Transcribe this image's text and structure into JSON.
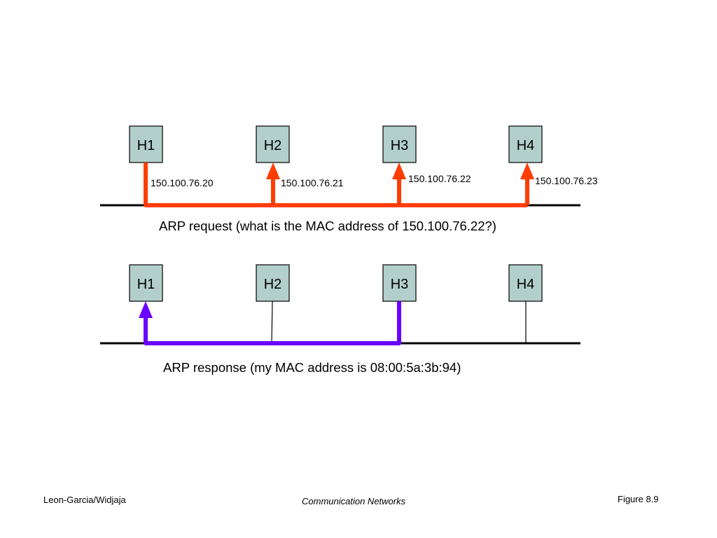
{
  "colors": {
    "host_fill": "#b3cfcb",
    "request_path": "#ff3d00",
    "response_path": "#6a00ff",
    "bus": "#000000"
  },
  "request_panel": {
    "hosts": [
      "H1",
      "H2",
      "H3",
      "H4"
    ],
    "ip_addresses": [
      "150.100.76.20",
      "150.100.76.21",
      "150.100.76.22",
      "150.100.76.23"
    ],
    "caption": "ARP request (what is the MAC address of 150.100.76.22?)"
  },
  "response_panel": {
    "hosts": [
      "H1",
      "H2",
      "H3",
      "H4"
    ],
    "caption": "ARP response (my MAC address is 08:00:5a:3b:94)"
  },
  "footer": {
    "authors": "Leon-Garcia/Widjaja",
    "book": "Communication Networks",
    "figure": "Figure 8.9"
  }
}
